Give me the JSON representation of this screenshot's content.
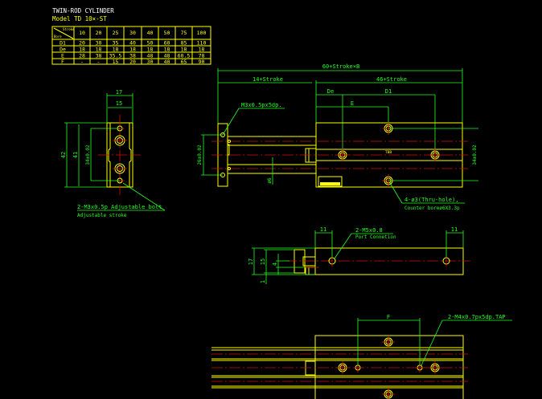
{
  "title": "TWIN-ROD CYLINDER",
  "model": "Model TD 10×-ST",
  "colors": {
    "outline": "#ffff00",
    "dimension": "#22ff22",
    "centerline": "#d01010",
    "background": "#000000"
  },
  "table": {
    "corner_top": "Stroke",
    "corner_bottom": "Bore",
    "columns": [
      "10",
      "20",
      "25",
      "30",
      "40",
      "50",
      "75",
      "100"
    ],
    "rows": [
      {
        "label": "D1",
        "values": [
          "20",
          "30",
          "35",
          "40",
          "50",
          "60",
          "85",
          "110"
        ]
      },
      {
        "label": "De",
        "values": [
          "18",
          "18",
          "18",
          "18",
          "18",
          "18",
          "18",
          "18"
        ]
      },
      {
        "label": "E",
        "values": [
          "28",
          "38",
          "35.5",
          "38",
          "48",
          "48",
          "60.5",
          "78"
        ]
      },
      {
        "label": "F",
        "values": [
          "-",
          "-",
          "15",
          "20",
          "30",
          "40",
          "65",
          "90"
        ]
      }
    ]
  },
  "end_view": {
    "dim_width_outer": "17",
    "dim_width_inner": "15",
    "dim_height_outer": "42",
    "dim_height_mid": "41",
    "dim_hole_pitch": "34±0.02",
    "note_line1": "2-M3x0.5p Adjustable bolt",
    "note_line2": "Adjustable stroke"
  },
  "top_view": {
    "dim_total": "60+Stroke×B",
    "dim_rod": "14+Stroke",
    "dim_body": "46+Stroke",
    "dim_de": "De",
    "dim_d1": "D1",
    "dim_e": "E",
    "dim_plate_pitch": "26±0.02",
    "dim_body_pitch": "34±0.02",
    "dim_rod_dia": "ø6",
    "note_plate": "M3x0.5px5dp.",
    "note_holes_line1": "4-ø3(Thru-hole),",
    "note_holes_line2": "Counter boreø6X3.3p",
    "body_mark": "TBB"
  },
  "side_view": {
    "dim_height_outer": "17",
    "dim_height_inner": "15",
    "dim_offset": "4",
    "dim_base": "1",
    "dim_port_left": "11",
    "dim_port_right": "11",
    "note_port_line1": "2-M5x0.8",
    "note_port_line2": "Port Connetion"
  },
  "bottom_view": {
    "dim_f": "F",
    "note_tap": "2-M4x0.7px5dp.TAP"
  }
}
